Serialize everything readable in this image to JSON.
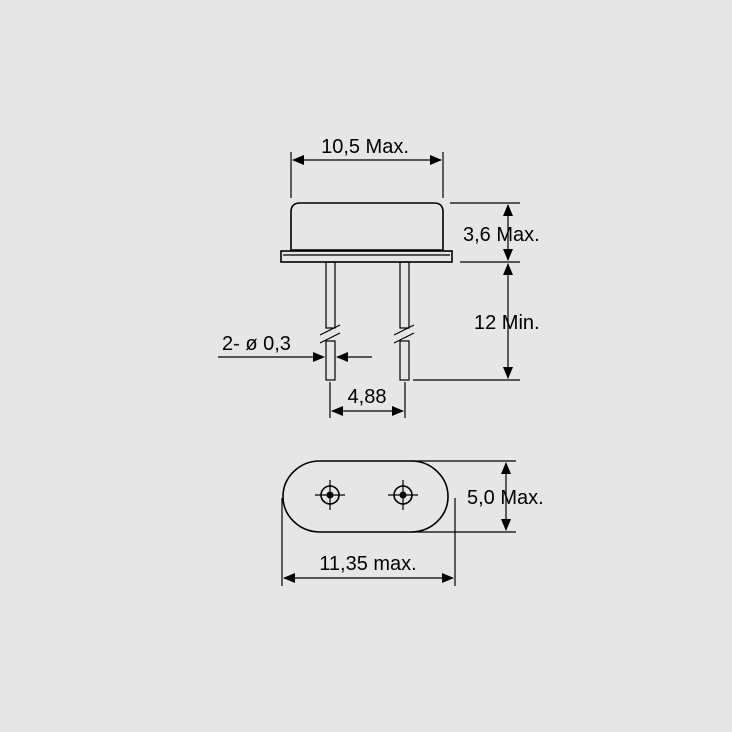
{
  "colors": {
    "background": "#e6e6e6",
    "ink": "#000000",
    "lead_fill": "#f2f2f2"
  },
  "side_view": {
    "width_label": "10,5 Max.",
    "height_label": "3,6 Max.",
    "lead_length_label": "12 Min.",
    "lead_diameter_label": "2- ø 0,3",
    "pitch_label": "4,88"
  },
  "top_view": {
    "height_label": "5,0 Max.",
    "width_label": "11,35 max."
  }
}
